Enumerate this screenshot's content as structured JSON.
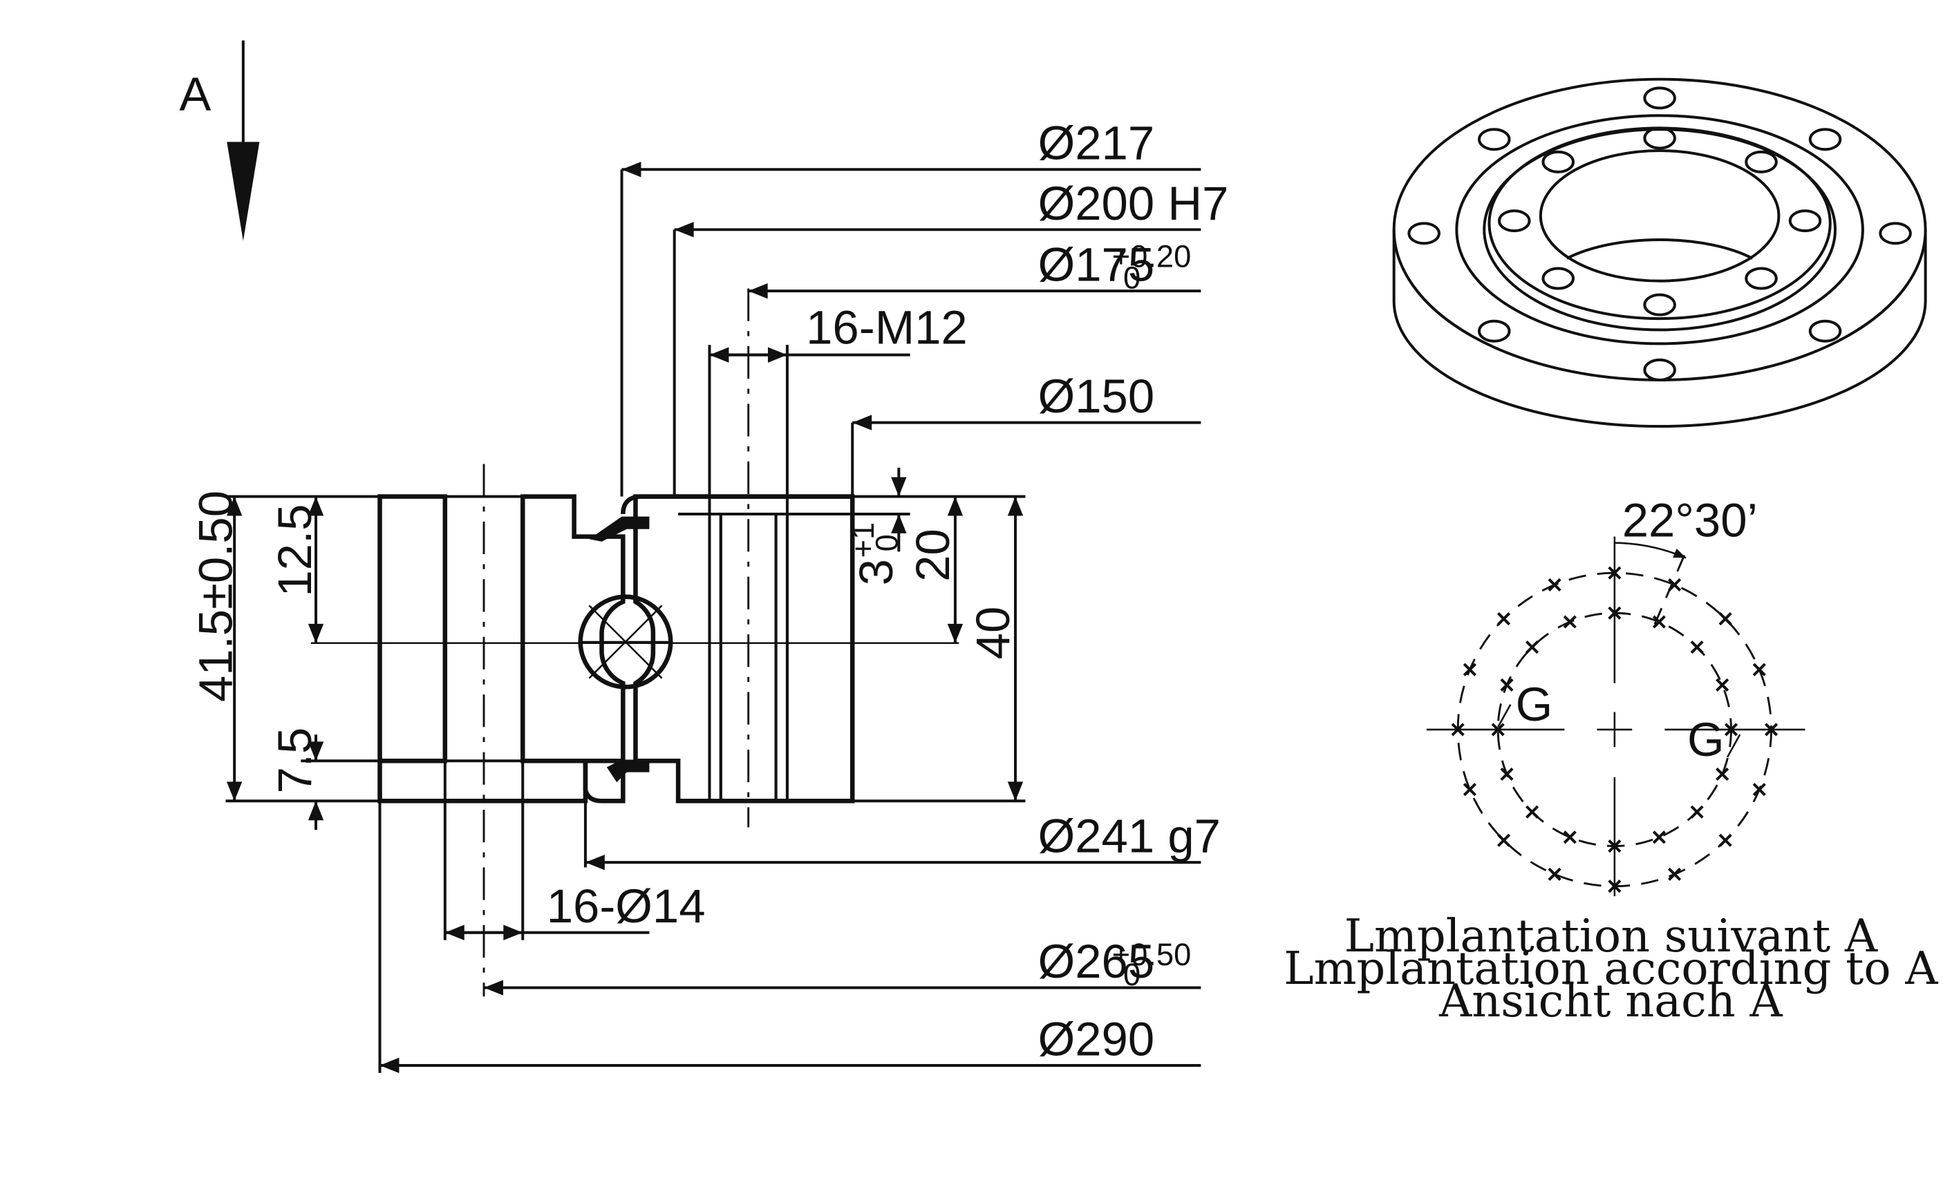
{
  "view_marker": "A",
  "dimensions": {
    "d217": "Ø217",
    "d200": "Ø200 H7",
    "d175": "Ø175",
    "d175_tol_upper": "+0.20",
    "d175_tol_lower": "0",
    "m12": "16-M12",
    "d150": "Ø150",
    "d241": "Ø241 g7",
    "holes14": "16-Ø14",
    "d265": "Ø265",
    "d265_tol_upper": "+0.50",
    "d265_tol_lower": "0",
    "d290": "Ø290",
    "h415": "41.5±0.50",
    "h125": "12.5",
    "h75": "7.5",
    "h3": "3",
    "h3_tol_upper": "+1",
    "h3_tol_lower": "0",
    "h20": "20",
    "h40": "40"
  },
  "layout_view": {
    "angle": "22°30’",
    "g_left": "G",
    "g_right": "G",
    "caption_fr": "Lmplantation suivant A",
    "caption_en": "Lmplantation according to A",
    "caption_de": "Ansicht nach A"
  }
}
